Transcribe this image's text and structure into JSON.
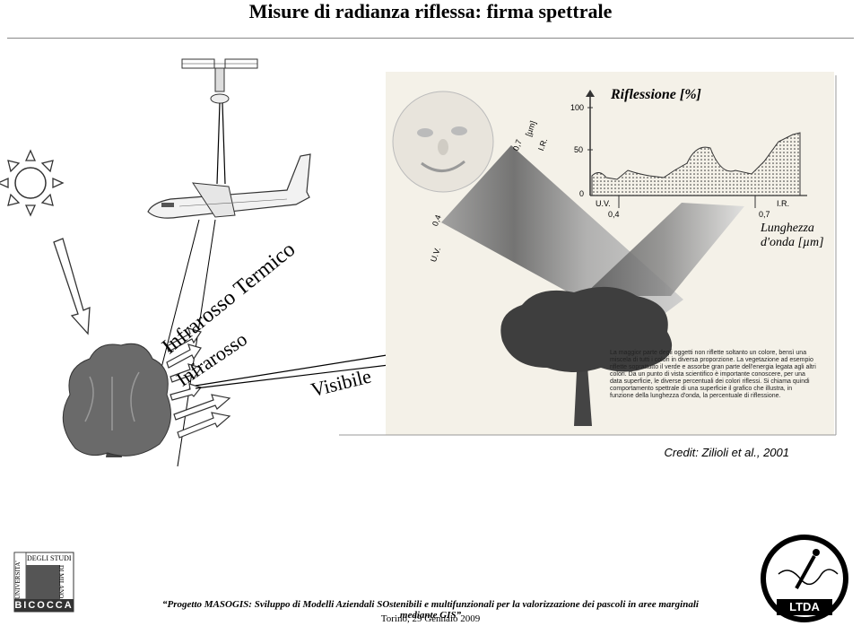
{
  "title": "Misure di radianza riflessa: firma spettrale",
  "labels": {
    "thermal": "Infrarosso Termico",
    "infrared": "Infrarosso",
    "visible": "Visibile"
  },
  "chart": {
    "title": "Riflessione [%]",
    "y_ticks": [
      "100",
      "50",
      "0"
    ],
    "band_uv": "U.V.",
    "band_ir": "I.R.",
    "x_tick_04": "0,4",
    "x_tick_07": "0,7",
    "xlabel": "Lunghezza d'onda [µm]",
    "beam_tick_04": "0,4",
    "beam_uv": "U.V.",
    "beam_07": "0,7",
    "beam_unit": "[µm]",
    "beam_ir": "I.R."
  },
  "paragraph": "La maggior parte degli oggetti non riflette soltanto un colore, bensì una miscela di tutti i colori in diversa proporzione. La vegetazione ad esempio riflette soprattutto il verde e assorbe gran parte dell'energia legata agli altri colori. Da un punto di vista scientifico è importante conoscere, per una data superficie, le diverse percentuali dei colori riflessi. Si chiama quindi comportamento spettrale di una superficie il grafico che illustra, in funzione della lunghezza d'onda, la percentuale di riflessione.",
  "credit": "Credit: Zilioli et al., 2001",
  "logo_left": {
    "line1": "UNIVERSITA'",
    "line2": "DEGLI STUDI",
    "line3": "DI MILANO",
    "word": "BICOCCA"
  },
  "logo_right": {
    "text": "LTDA"
  },
  "footer": {
    "project": "“Progetto MASOGIS: Sviluppo di Modelli Aziendali SOstenibili e multifunzionali per la valorizzazione dei pascoli in aree marginali mediante GIS”",
    "date": "Torino, 29 Gennaio 2009"
  },
  "colors": {
    "grass_green": "#5a8a3a",
    "paper_bg": "#f4f1e8"
  }
}
